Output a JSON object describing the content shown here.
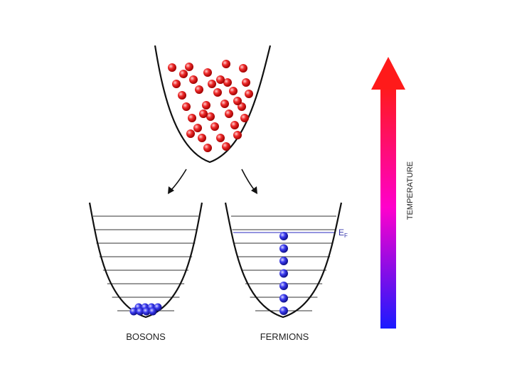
{
  "labels": {
    "bosons": "BOSONS",
    "fermions": "FERMIONS",
    "temperature": "TEMPERATURE",
    "fermi_level_main": "E",
    "fermi_level_sub": "F"
  },
  "colors": {
    "hot_particle": "#e8141a",
    "cold_particle": "#2a2ad8",
    "fermi_level_line": "#5555cc",
    "arrow_top": "#ff1a1a",
    "arrow_mid": "#ff00cc",
    "arrow_bottom": "#1a1aff"
  },
  "hot_trap": {
    "particle_count": 36
  },
  "bosons_trap": {
    "energy_levels": 8,
    "particles_in_ground_state": 8
  },
  "fermions_trap": {
    "energy_levels": 8,
    "particles": 7
  }
}
